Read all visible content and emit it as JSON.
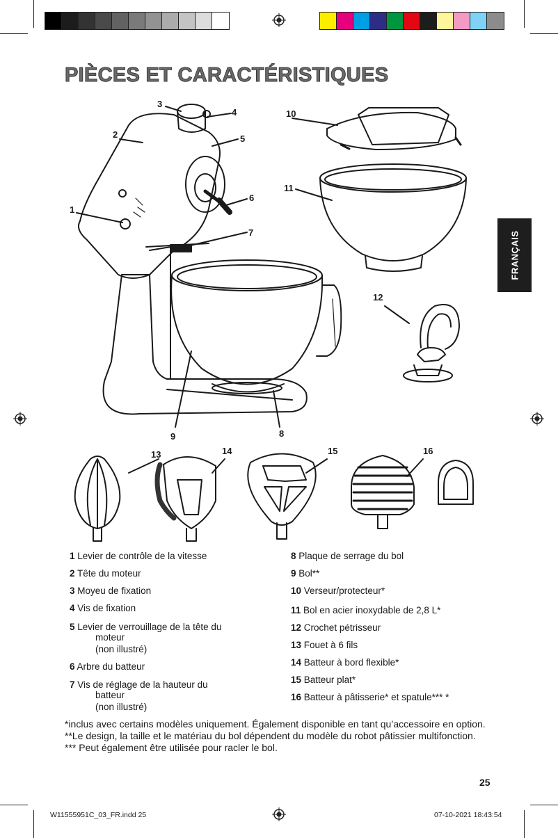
{
  "title": "PIÈCES ET CARACTÉRISTIQUES",
  "side_tab": "FRANÇAIS",
  "callouts": [
    "1",
    "2",
    "3",
    "4",
    "5",
    "6",
    "7",
    "8",
    "9",
    "10",
    "11",
    "12",
    "13",
    "14",
    "15",
    "16"
  ],
  "parts_left": [
    {
      "num": "1",
      "text": "Levier de contrôle de la vitesse"
    },
    {
      "num": "2",
      "text": "Tête du moteur"
    },
    {
      "num": "3",
      "text": "Moyeu de fixation"
    },
    {
      "num": "4",
      "text": "Vis de fixation"
    },
    {
      "num": "5",
      "text": "Levier de verrouillage de la tête du",
      "cont1": "moteur",
      "cont2": "(non illustré)"
    },
    {
      "num": "6",
      "text": "Arbre du batteur"
    },
    {
      "num": "7",
      "text": "Vis de réglage de la hauteur du",
      "cont1": "batteur",
      "cont2": "(non illustré)"
    }
  ],
  "parts_right": [
    {
      "num": "8",
      "text": "Plaque de serrage du bol"
    },
    {
      "num": "9",
      "text": "Bol**"
    },
    {
      "num": "10",
      "text": "Verseur/protecteur*"
    },
    {
      "num": "11",
      "text": "Bol en acier inoxydable de 2,8 L*"
    },
    {
      "num": "12",
      "text": "Crochet pétrisseur"
    },
    {
      "num": "13",
      "text": "Fouet à 6 fils"
    },
    {
      "num": "14",
      "text": "Batteur à bord flexible*"
    },
    {
      "num": "15",
      "text": "Batteur plat*"
    },
    {
      "num": "16",
      "text": "Batteur à pâtisserie* et spatule*** *"
    }
  ],
  "notes": [
    "*inclus avec certains modèles uniquement. Également disponible en tant qu’accessoire en option.",
    "**Le design, la taille et le matériau du bol dépendent du modèle du robot pâtissier multifonction.",
    "*** Peut également être utilisée pour racler le bol."
  ],
  "page_number": "25",
  "slug_left": "W11555951C_03_FR.indd   25",
  "slug_right": "07-10-2021   18:43:54",
  "colors": {
    "gray_bar": [
      "#000000",
      "#1c1c1c",
      "#333333",
      "#4a4a4a",
      "#626262",
      "#7a7a7a",
      "#929292",
      "#ababab",
      "#c4c4c4",
      "#dddddd",
      "#ffffff"
    ],
    "color_bar": [
      "#ffed00",
      "#e6007e",
      "#009fe3",
      "#2d2e83",
      "#009640",
      "#e30613",
      "#1d1d1b",
      "#fff59b",
      "#f39ac5",
      "#7fd2f5",
      "#8c8c8c"
    ],
    "side_tab_bg": "#1e1e1e",
    "title_text": "#6a6a6a"
  }
}
